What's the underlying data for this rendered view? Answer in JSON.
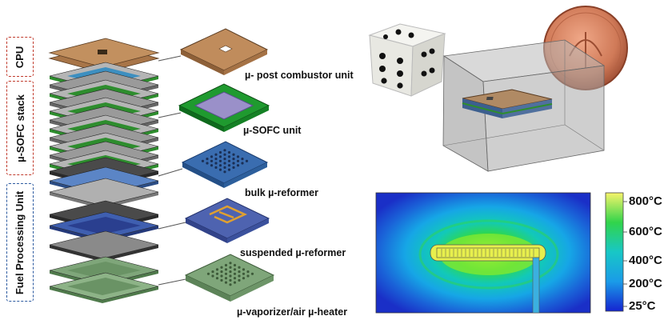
{
  "side_labels": {
    "cpu": "CPU",
    "sofc_stack": "µ-SOFC stack",
    "fuel_processing": "Fuel Processing Unit"
  },
  "components": {
    "post_combustor": "µ- post combustor unit",
    "sofc_unit": "µ-SOFC unit",
    "bulk_reformer": "bulk µ-reformer",
    "suspended_reformer": "suspended µ-reformer",
    "vaporizer_heater": "µ-vaporizer/air µ-heater"
  },
  "colorbar": {
    "ticks": [
      "800°C",
      "600°C",
      "400°C",
      "200°C",
      "25°C"
    ]
  },
  "colors": {
    "cpu_dash": "#c0392b",
    "fuel_dash": "#2c5aa0",
    "copper": "#b9855a",
    "sofc_green": "#1f9a2f",
    "reformer_blue": "#3a6db0",
    "vaporizer_green": "#7fa67a"
  }
}
